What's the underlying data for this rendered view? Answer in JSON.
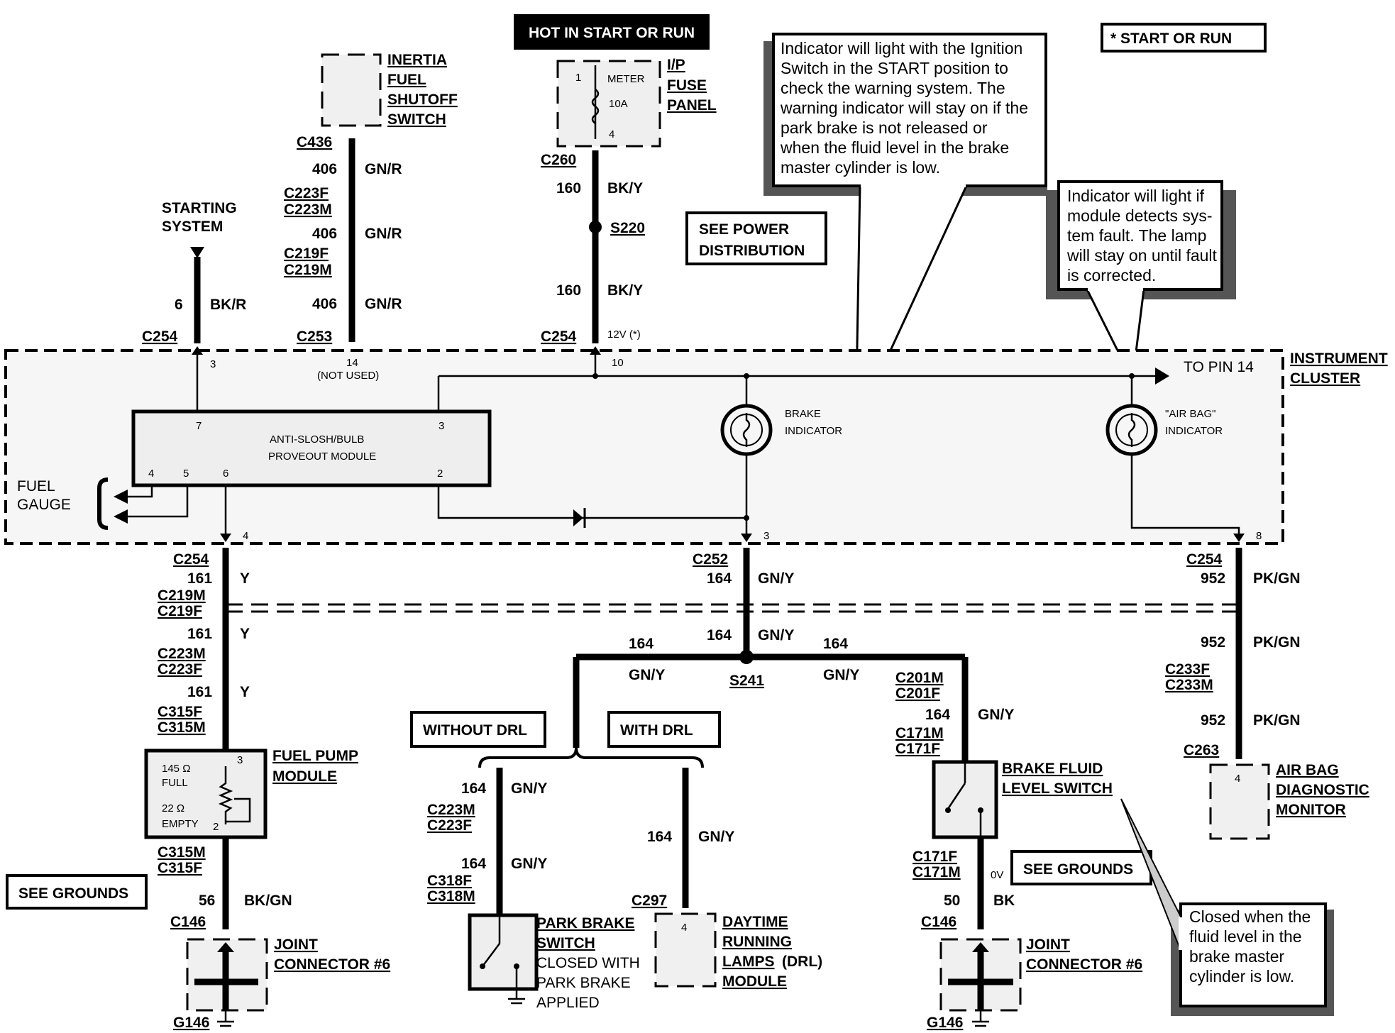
{
  "header": {
    "hot_banner": "HOT IN START OR RUN",
    "legend": "*   START OR RUN"
  },
  "components": {
    "inertia_switch": [
      "INERTIA",
      "FUEL",
      "SHUTOFF",
      "SWITCH"
    ],
    "fuse_panel": [
      "I/P",
      "FUSE",
      "PANEL"
    ],
    "fuse_meter": "METER",
    "fuse_rating": "10A",
    "fuse_pin_1": "1",
    "fuse_pin_4": "4",
    "starting_system": [
      "STARTING",
      "SYSTEM"
    ],
    "see_power": [
      "SEE POWER",
      "DISTRIBUTION"
    ],
    "instrument_cluster": [
      "INSTRUMENT",
      "CLUSTER"
    ],
    "to_pin_14": "TO PIN 14",
    "module": [
      "ANTI-SLOSH/BULB",
      "PROVEOUT MODULE"
    ],
    "brake_indicator": [
      "BRAKE",
      "INDICATOR"
    ],
    "airbag_indicator": [
      "\"AIR BAG\"",
      "INDICATOR"
    ],
    "fuel_gauge": [
      "FUEL",
      "GAUGE"
    ],
    "not_used": "(NOT USED)",
    "v12": "12V (*)",
    "fuel_pump_module": [
      "FUEL PUMP",
      "MODULE"
    ],
    "fpm_full": "145 Ω",
    "fpm_full_lbl": "FULL",
    "fpm_empty": "22 Ω",
    "fpm_empty_lbl": "EMPTY",
    "without_drl": "WITHOUT DRL",
    "with_drl": "WITH DRL",
    "park_brake": [
      "PARK BRAKE",
      "SWITCH"
    ],
    "park_brake_note": [
      "CLOSED WITH",
      "PARK BRAKE",
      "APPLIED"
    ],
    "drl_module": [
      "DAYTIME",
      "RUNNING",
      "LAMPS",
      "(DRL)",
      "MODULE"
    ],
    "brake_fluid": [
      "BRAKE FLUID",
      "LEVEL SWITCH"
    ],
    "airbag_monitor": [
      "AIR BAG",
      "DIAGNOSTIC",
      "MONITOR"
    ],
    "see_grounds": "SEE GROUNDS",
    "joint_connector": [
      "JOINT",
      "CONNECTOR #6"
    ],
    "ov": "0V"
  },
  "notes": {
    "brake_note": [
      "Indicator will light with the Ignition",
      "Switch in the START position to",
      "check the warning system.  The",
      "warning indicator will stay on if the",
      "park  brake  is  not  released  or",
      "when the fluid level in the brake",
      "master cylinder is low."
    ],
    "airbag_note": [
      "Indicator will light if",
      "module detects sys-",
      "tem fault.  The lamp",
      "will stay on until fault",
      "is corrected."
    ],
    "fluid_note": [
      "Closed when the",
      "fluid  level  in  the",
      "brake      master",
      "cylinder is low."
    ]
  },
  "connectors": {
    "c436": "C436",
    "c223f": "C223F",
    "c223m": "C223M",
    "c219f": "C219F",
    "c219m": "C219M",
    "c260": "C260",
    "s220": "S220",
    "c254": "C254",
    "c253": "C253",
    "c252": "C252",
    "c315f": "C315F",
    "c315m": "C315M",
    "c146": "C146",
    "g146": "G146",
    "s241": "S241",
    "c201m": "C201M",
    "c201f": "C201F",
    "c171m": "C171M",
    "c171f": "C171F",
    "c318f": "C318F",
    "c318m": "C318M",
    "c297": "C297",
    "c233f": "C233F",
    "c233m": "C233M",
    "c263": "C263"
  },
  "circuits": {
    "n406": "406",
    "gnr": "GN/R",
    "n160": "160",
    "bky": "BK/Y",
    "n6": "6",
    "bkr": "BK/R",
    "n161": "161",
    "y": "Y",
    "n164": "164",
    "gny": "GN/Y",
    "n952": "952",
    "pkgn": "PK/GN",
    "n56": "56",
    "bkgn": "BK/GN",
    "n50": "50",
    "bk": "BK"
  },
  "pins": {
    "p1": "1",
    "p2": "2",
    "p3": "3",
    "p4": "4",
    "p5": "5",
    "p6": "6",
    "p7": "7",
    "p8": "8",
    "p10": "10",
    "p14": "14"
  }
}
